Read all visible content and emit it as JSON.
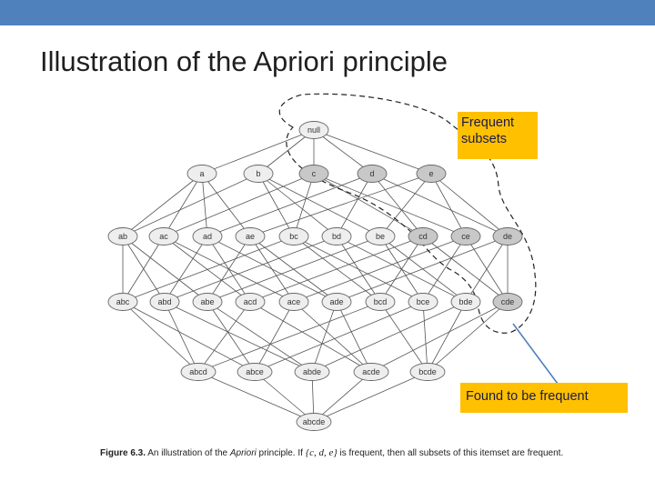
{
  "slide": {
    "title": "Illustration of the Apriori principle",
    "accent_color": "#4f81bd"
  },
  "callouts": {
    "frequent_subsets": "Frequent subsets",
    "found_frequent": "Found to be frequent",
    "fill_color": "#ffc000"
  },
  "caption": {
    "figure": "Figure 6.3.",
    "text_before": "An illustration of the",
    "emphasis": "Apriori",
    "text_middle": "principle.  If",
    "math": "{c, d, e}",
    "text_after": "is frequent, then all subsets of this itemset are frequent."
  },
  "lattice": {
    "levels": [
      [
        "null"
      ],
      [
        "a",
        "b",
        "c",
        "d",
        "e"
      ],
      [
        "ab",
        "ac",
        "ad",
        "ae",
        "bc",
        "bd",
        "be",
        "cd",
        "ce",
        "de"
      ],
      [
        "abc",
        "abd",
        "abe",
        "acd",
        "ace",
        "ade",
        "bcd",
        "bce",
        "bde",
        "cde"
      ],
      [
        "abcd",
        "abce",
        "abde",
        "acde",
        "bcde"
      ],
      [
        "abcde"
      ]
    ],
    "highlighted": [
      "c",
      "d",
      "e",
      "cd",
      "ce",
      "de",
      "cde"
    ],
    "node_fill": "#eeeeee",
    "highlight_fill": "#c8c8c8",
    "edge_color": "#555555"
  }
}
